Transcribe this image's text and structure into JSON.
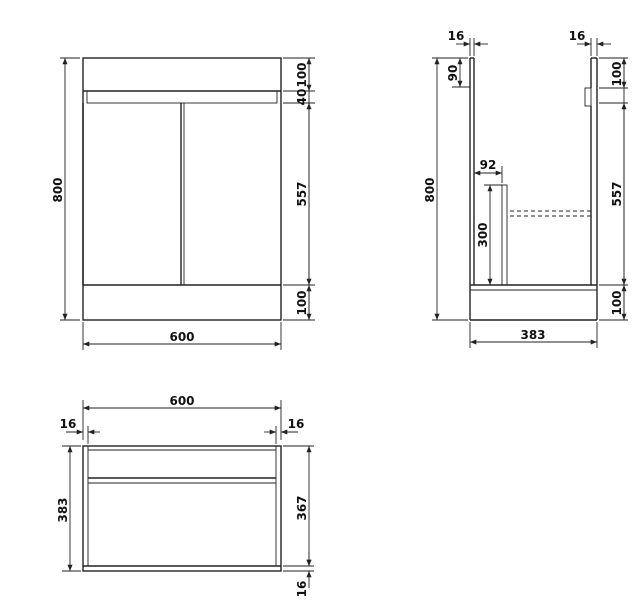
{
  "front_view": {
    "width": "600",
    "height": "800",
    "top_band": "100",
    "rail": "40",
    "doors": "557",
    "plinth": "100"
  },
  "side_view": {
    "height": "800",
    "depth": "383",
    "side_left": "16",
    "side_right": "16",
    "top_offset": "90",
    "shelf_setback": "92",
    "shelf_height": "300",
    "top_band": "100",
    "body": "557",
    "plinth": "100"
  },
  "top_view": {
    "width": "600",
    "depth": "383",
    "side_left": "16",
    "side_right": "16",
    "inner_depth": "367",
    "back": "16"
  }
}
